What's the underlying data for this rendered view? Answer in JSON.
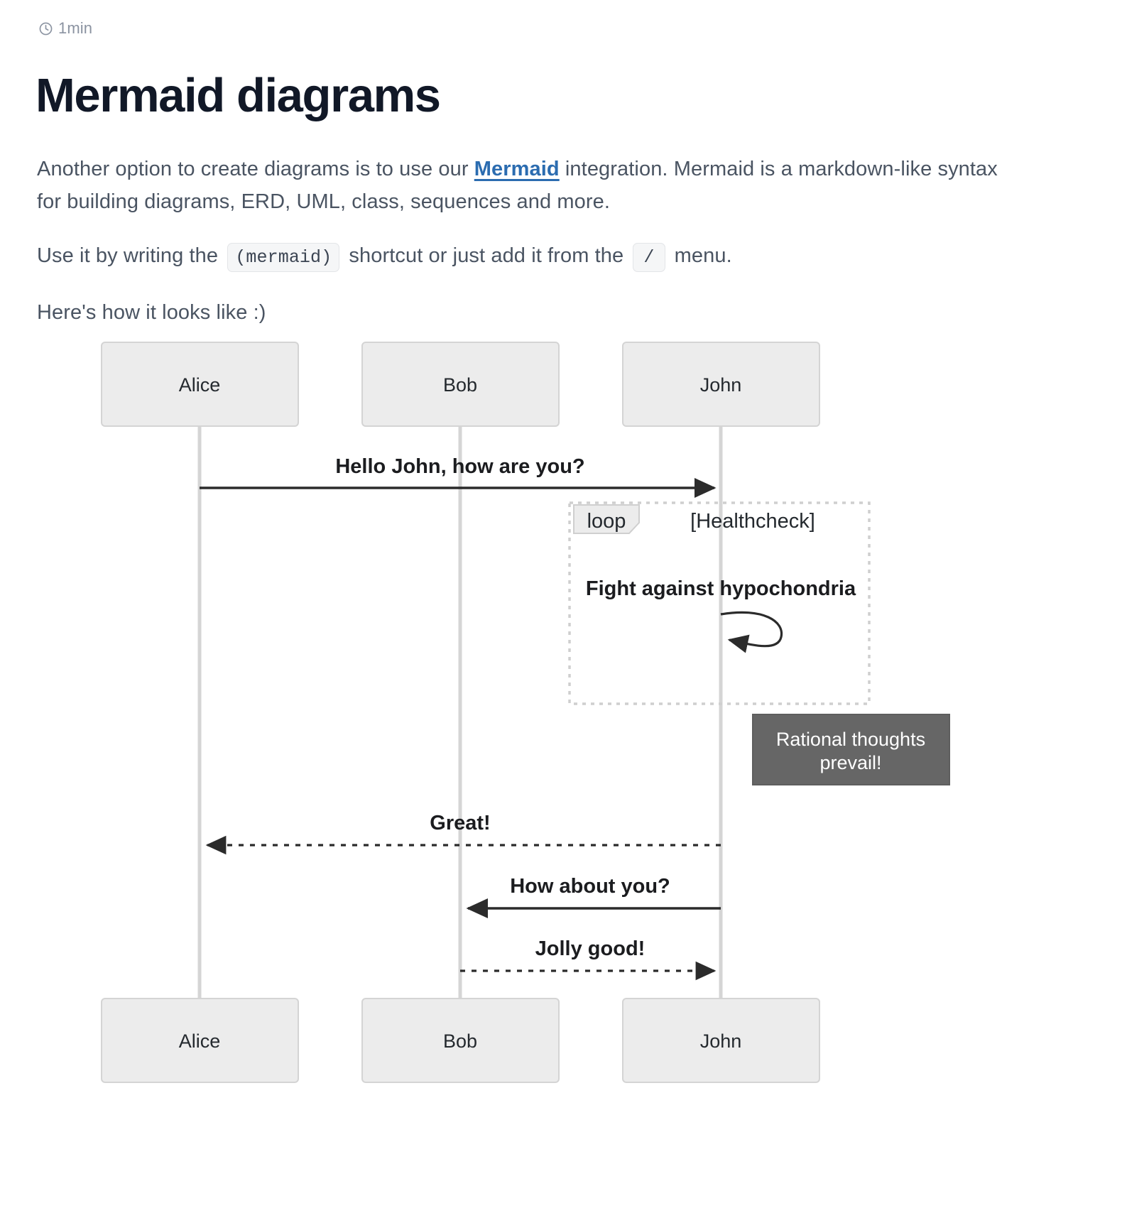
{
  "header": {
    "read_time": "1min",
    "clock_icon": "clock-icon",
    "title": "Mermaid diagrams"
  },
  "body": {
    "paragraph1": {
      "before_link": "Another option to create diagrams is to use our ",
      "link_text": "Mermaid",
      "after_link": " integration. Mermaid is a markdown-like syntax for building diagrams, ERD, UML, class, sequences and more."
    },
    "paragraph2": {
      "part1": "Use it by writing the ",
      "code1": "(mermaid)",
      "part2": " shortcut or just add it from the ",
      "code2": "/",
      "part3": " menu."
    },
    "paragraph3": "Here's how it looks like :)"
  },
  "diagram": {
    "type": "sequence",
    "participants_top": [
      "Alice",
      "Bob",
      "John"
    ],
    "participants_bottom": [
      "Alice",
      "Bob",
      "John"
    ],
    "messages": [
      {
        "text": "Hello John, how are you?",
        "from": "Alice",
        "to": "John",
        "style": "solid",
        "direction": "right"
      },
      {
        "text": "Fight against hypochondria",
        "from": "John",
        "to": "John",
        "style": "solid",
        "direction": "self"
      },
      {
        "text": "Great!",
        "from": "John",
        "to": "Alice",
        "style": "dashed",
        "direction": "left"
      },
      {
        "text": "How about you?",
        "from": "John",
        "to": "Bob",
        "style": "solid",
        "direction": "left"
      },
      {
        "text": "Jolly good!",
        "from": "Bob",
        "to": "John",
        "style": "dashed",
        "direction": "right"
      }
    ],
    "loop": {
      "keyword": "loop",
      "condition": "[Healthcheck]"
    },
    "note": {
      "text_line1": "Rational thoughts",
      "text_line2": "prevail!",
      "placement": "right of John"
    },
    "colors": {
      "actor_fill": "#ececec",
      "actor_stroke": "#d4d4d4",
      "lifeline": "#d5d5d5",
      "arrow": "#2b2b2b",
      "loop_border": "#cfcfcf",
      "loop_label_fill": "#ececec",
      "note_fill": "#666666",
      "note_text": "#ffffff",
      "link": "#2b6cb0",
      "title": "#111827",
      "body_text": "#4a5462"
    }
  }
}
